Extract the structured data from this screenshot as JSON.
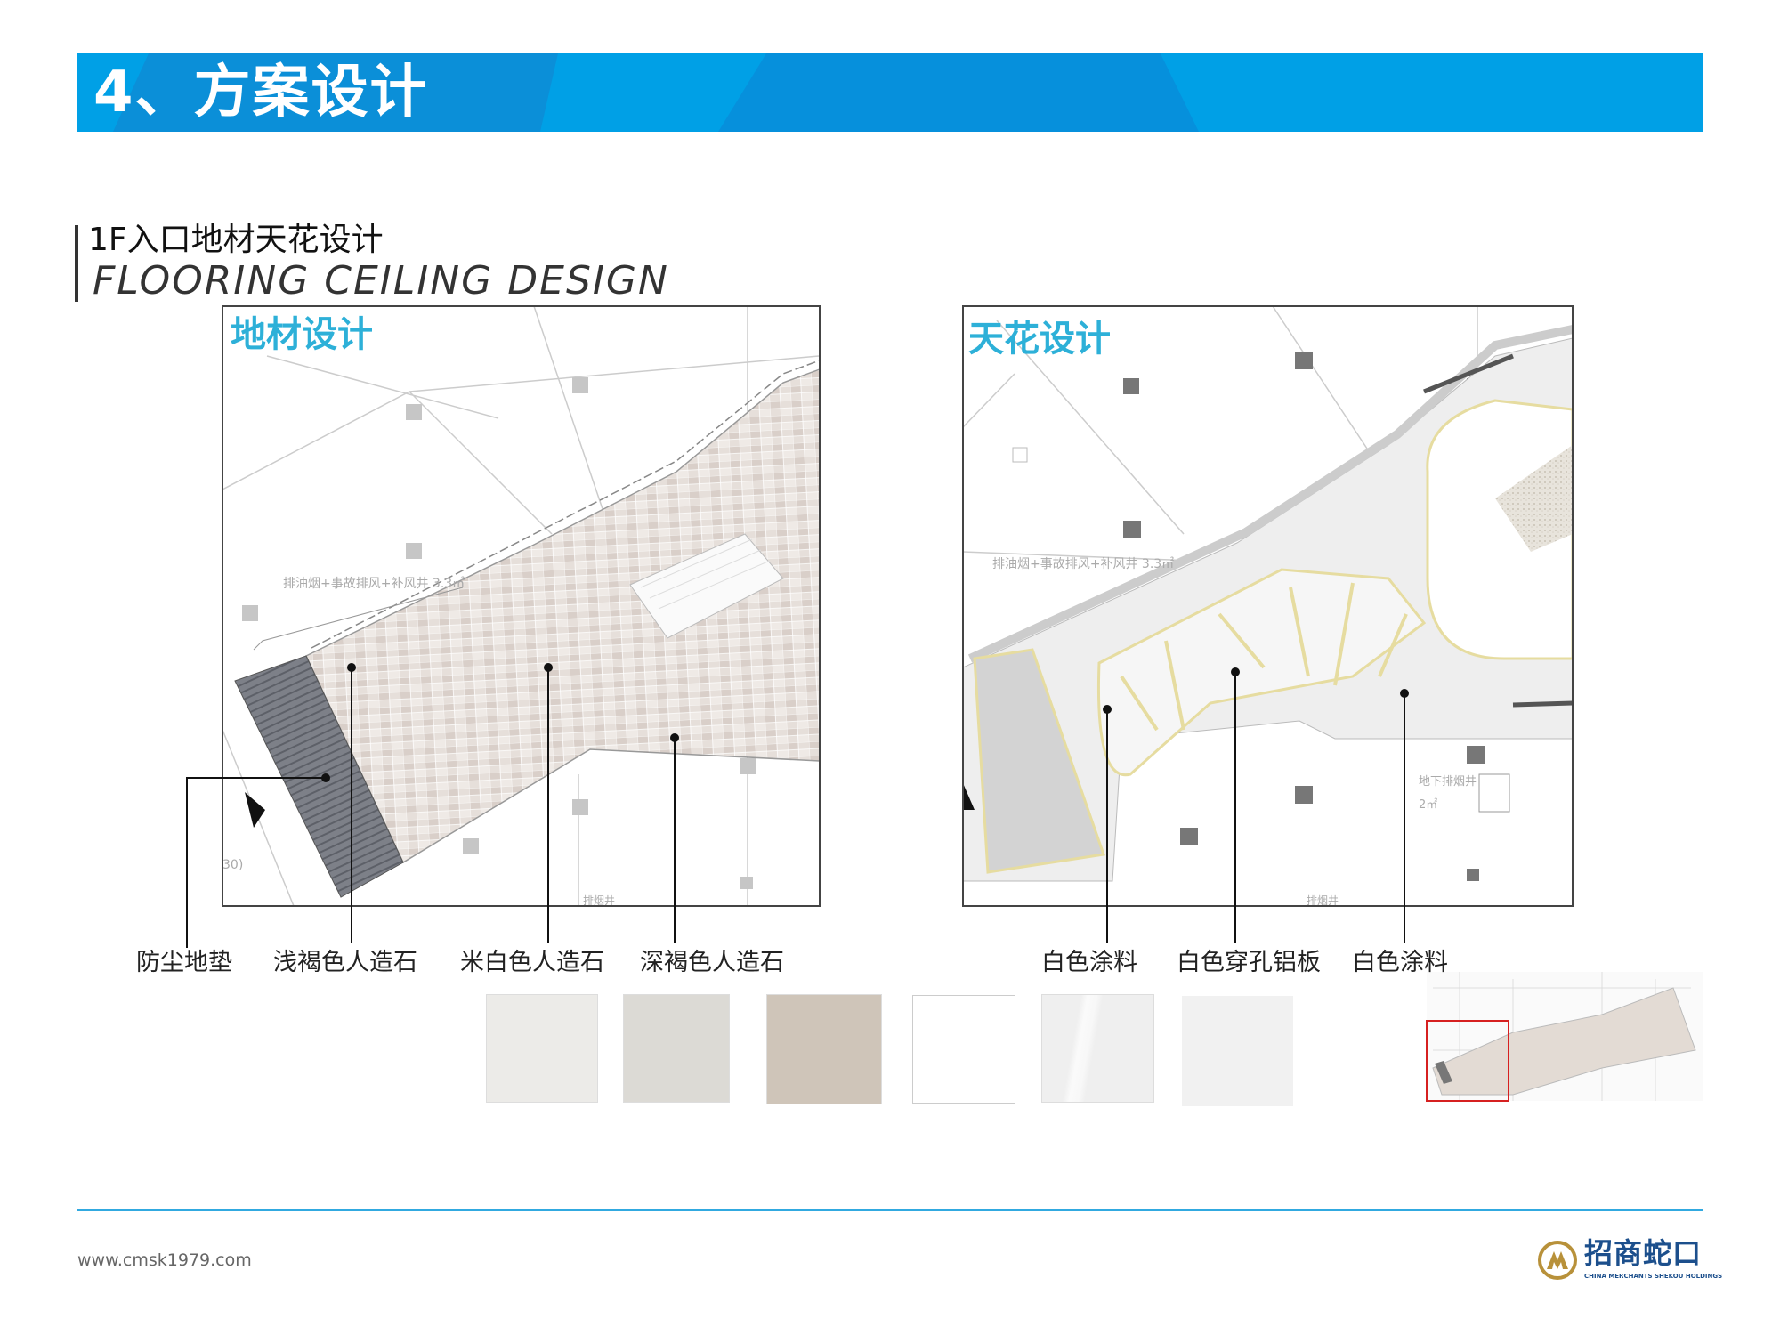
{
  "header": {
    "title": "4、方案设计",
    "color": "#00a0e6"
  },
  "section": {
    "title_cn": "1F入口地材天花设计",
    "title_en": "FLOORING CEILING DESIGN"
  },
  "flooring_panel": {
    "title": "地材设计",
    "annotation_vent": "排油烟+事故排风+补风井 3.3㎡",
    "annotation_bottom": "排烟井",
    "annotation_left": "30)"
  },
  "ceiling_panel": {
    "title": "天花设计",
    "annotation_vent": "排油烟+事故排风+补风井 3.3㎡",
    "annotation_shaft": "地下排烟井",
    "annotation_shaft_area": "2㎡",
    "annotation_bottom": "排烟井"
  },
  "material_labels": {
    "mat": "防尘地垫",
    "light_brown": "浅褐色人造石",
    "beige": "米白色人造石",
    "dark_brown": "深褐色人造石",
    "white_paint_1": "白色涂料",
    "perforated_aluminum": "白色穿孔铝板",
    "white_paint_2": "白色涂料"
  },
  "swatch_colors": [
    "#ecebe8",
    "#dcdad5",
    "#cfc5b9",
    "#ffffff",
    "#f0f0f0",
    "#f1f1f1"
  ],
  "footer": {
    "url": "www.cmsk1979.com",
    "logo_cn": "招商蛇口",
    "logo_en": "CHINA MERCHANTS SHEKOU HOLDINGS"
  }
}
